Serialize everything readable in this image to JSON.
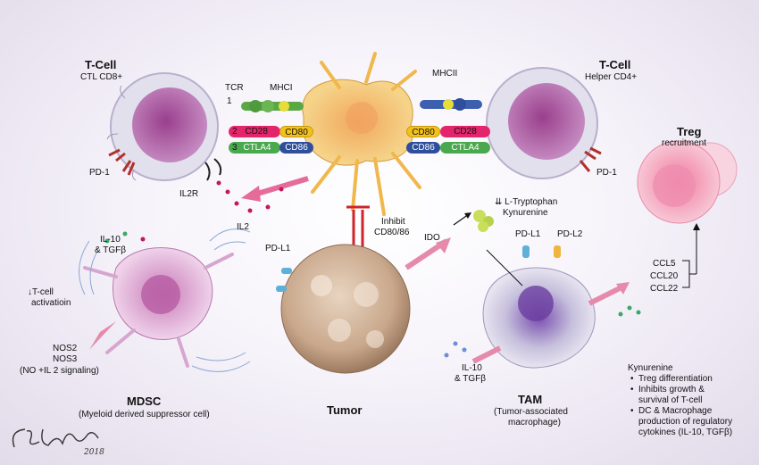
{
  "tcell_cd8": {
    "title": "T-Cell",
    "subtitle": "CTL CD8+"
  },
  "tcell_cd4": {
    "title": "T-Cell",
    "subtitle": "Helper CD4+"
  },
  "receptors": {
    "tcr": "TCR",
    "mhci": "MHCI",
    "mhcii": "MHCII",
    "row1": "1",
    "row2": "2",
    "row3": "3",
    "cd28": "CD28",
    "cd80": "CD80",
    "ctla4": "CTLA4",
    "cd86": "CD86"
  },
  "labels": {
    "pd1": "PD-1",
    "il2r": "IL2R",
    "il2": "IL2",
    "inhibit": "Inhibit",
    "cd8086": "CD80/86",
    "ido": "IDO",
    "l_tryptophan": "L-Tryptophan",
    "kynurenine": "Kynurenine",
    "pdl1": "PD-L1",
    "pdl2": "PD-L2",
    "il10_tgfb": "IL-10",
    "tgfb": "& TGFβ",
    "tcell_activation": "T-cell",
    "activation": "activatioin",
    "nos2": "NOS2",
    "nos3": "NOS3",
    "no_il2": "(NO +IL 2 signaling)",
    "ccl5": "CCL5",
    "ccl20": "CCL20",
    "ccl22": "CCL22"
  },
  "treg": {
    "title": "Treg",
    "subtitle": "recruitment"
  },
  "mdsc": {
    "title": "MDSC",
    "subtitle": "(Myeloid derived suppressor cell)"
  },
  "tumor": {
    "title": "Tumor"
  },
  "tam": {
    "title": "TAM",
    "subtitle1": "(Tumor-associated",
    "subtitle2": "macrophage)"
  },
  "kynurenine_effects": {
    "heading": "Kynurenine",
    "items": [
      "Treg differentiation",
      "Inhibits growth &",
      "survival of T-cell",
      "DC & Macrophage",
      "production of regulatory",
      "cytokines (IL-10, TGFβ)"
    ]
  },
  "signature": {
    "name": "C. M. Brown",
    "year": "2018"
  },
  "colors": {
    "row1": "#5aa845",
    "row2": "#e3266b",
    "row3": "#4aa94e",
    "cd80": "#f3c21a",
    "cd86": "#2f4f9c",
    "dc_cell": "#f2c66a",
    "inhibit_bar": "#d0232a"
  }
}
